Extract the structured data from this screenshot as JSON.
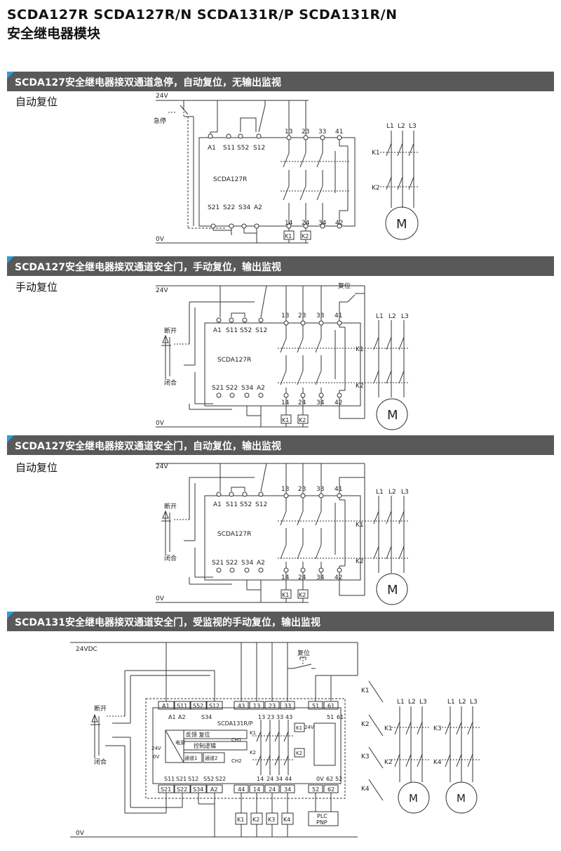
{
  "header": {
    "models": "SCDA127R   SCDA127R/N   SCDA131R/P   SCDA131R/N",
    "subtitle": "安全继电器模块"
  },
  "sections": [
    {
      "title": "SCDA127安全继电器接双通道急停，自动复位，无输出监视",
      "mode": "自动复位",
      "v_top": "24V",
      "v_bot": "0V",
      "switch_label": "急停",
      "module": "SCDA127R",
      "top_terms": [
        "A1",
        "S11",
        "S52",
        "S12"
      ],
      "bot_terms": [
        "S21",
        "S22",
        "S34",
        "A2"
      ],
      "top_contacts": [
        "13",
        "23",
        "33",
        "41"
      ],
      "bot_contacts": [
        "14",
        "24",
        "34",
        "42"
      ],
      "coils": [
        "K1",
        "K2"
      ],
      "phases": [
        "L1",
        "L2",
        "L3"
      ],
      "contactors": [
        "K1",
        "K2"
      ],
      "motor": "M"
    },
    {
      "title": "SCDA127安全继电器接双通道安全门，手动复位，输出监视",
      "mode": "手动复位",
      "v_top": "24V",
      "v_bot": "0V",
      "door_open": "断开",
      "door_close": "闭合",
      "reset": "复位",
      "module": "SCDA127R",
      "top_terms": [
        "A1",
        "S11",
        "S52",
        "S12"
      ],
      "bot_terms": [
        "S21",
        "S22",
        "S34",
        "A2"
      ],
      "top_contacts": [
        "13",
        "23",
        "33",
        "41"
      ],
      "bot_contacts": [
        "14",
        "24",
        "34",
        "42"
      ],
      "coils": [
        "K1",
        "K2"
      ],
      "phases": [
        "L1",
        "L2",
        "L3"
      ],
      "contactors": [
        "K1",
        "K2"
      ],
      "motor": "M"
    },
    {
      "title": "SCDA127安全继电器接双通道安全门，自动复位，输出监视",
      "mode": "自动复位",
      "v_top": "24V",
      "v_bot": "0V",
      "door_open": "断开",
      "door_close": "闭合",
      "module": "SCDA127R",
      "top_terms": [
        "A1",
        "S11",
        "S52",
        "S12"
      ],
      "bot_terms": [
        "S21",
        "S22",
        "S34",
        "A2"
      ],
      "top_contacts": [
        "13",
        "23",
        "33",
        "41"
      ],
      "bot_contacts": [
        "14",
        "24",
        "34",
        "42"
      ],
      "coils": [
        "K1",
        "K2"
      ],
      "phases": [
        "L1",
        "L2",
        "L3"
      ],
      "contactors": [
        "K1",
        "K2"
      ],
      "motor": "M"
    },
    {
      "title": "SCDA131安全继电器接双通道安全门，受监视的手动复位，输出监视",
      "v_top": "24VDC",
      "v_bot": "0V",
      "door_open": "断开",
      "door_close": "闭合",
      "reset": "复位",
      "module": "SCDA131R/P",
      "top_terms": [
        "A1",
        "S11",
        "S52",
        "S12",
        "43",
        "13",
        "23",
        "33",
        "51",
        "61"
      ],
      "bot_terms": [
        "S21",
        "S22",
        "S34",
        "A2",
        "44",
        "14",
        "24",
        "34",
        "52",
        "62"
      ],
      "inner_top": [
        "A1",
        "A2",
        "S34",
        "13",
        "23",
        "33",
        "43",
        "51",
        "61"
      ],
      "inner_bot": [
        "S11",
        "S21",
        "S12",
        "S52",
        "S22",
        "14",
        "24",
        "34",
        "44",
        "0V",
        "62",
        "52"
      ],
      "blocks": {
        "feedback_reset": "反馈 复位",
        "control_logic": "控制逻辑",
        "power": "电源",
        "ch1_in": "通道1",
        "ch2_in": "通道2",
        "ch1": "CH1",
        "ch2": "CH2",
        "v24": "24V",
        "v0": "0V",
        "inner_24v": "24V"
      },
      "coils": [
        "K1",
        "K2",
        "K3",
        "K4"
      ],
      "plc": [
        "PLC",
        "PNP"
      ],
      "contactors_side": [
        "K1",
        "K2",
        "K3",
        "K4"
      ],
      "phases": [
        "L1",
        "L2",
        "L3"
      ],
      "contactors": [
        "K1",
        "K2",
        "K3",
        "K4"
      ],
      "motor": "M"
    }
  ]
}
